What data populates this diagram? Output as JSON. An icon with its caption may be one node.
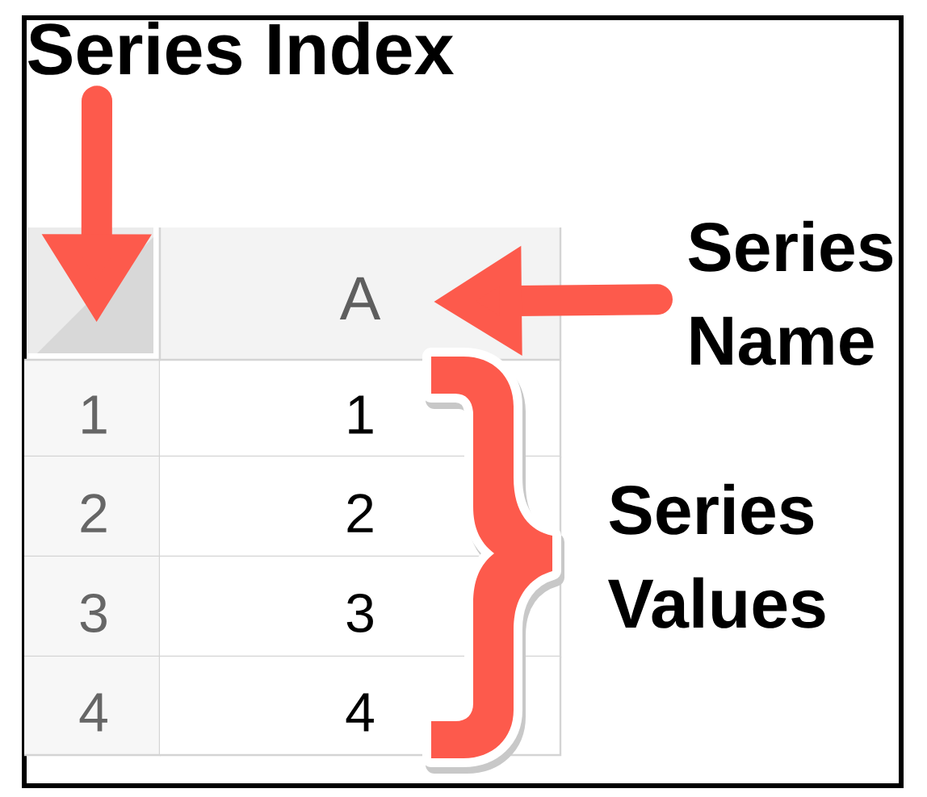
{
  "diagram": {
    "nodes": [
      {
        "text": [
          "Series Index"
        ]
      },
      {
        "text": [],
        "shape": "box"
      },
      {
        "text": [
          "A"
        ]
      },
      {
        "text": [
          "Series Name"
        ]
      }
    ],
    "edges": [
      {
        "from": 0,
        "to": 1,
        "arrow": "to"
      },
      {
        "from": 3,
        "to": 2,
        "arrow": "to"
      }
    ],
    "labels": [
      "1",
      "1",
      "2",
      "2",
      "3",
      "3",
      "4",
      "4",
      "Series Values"
    ]
  }
}
